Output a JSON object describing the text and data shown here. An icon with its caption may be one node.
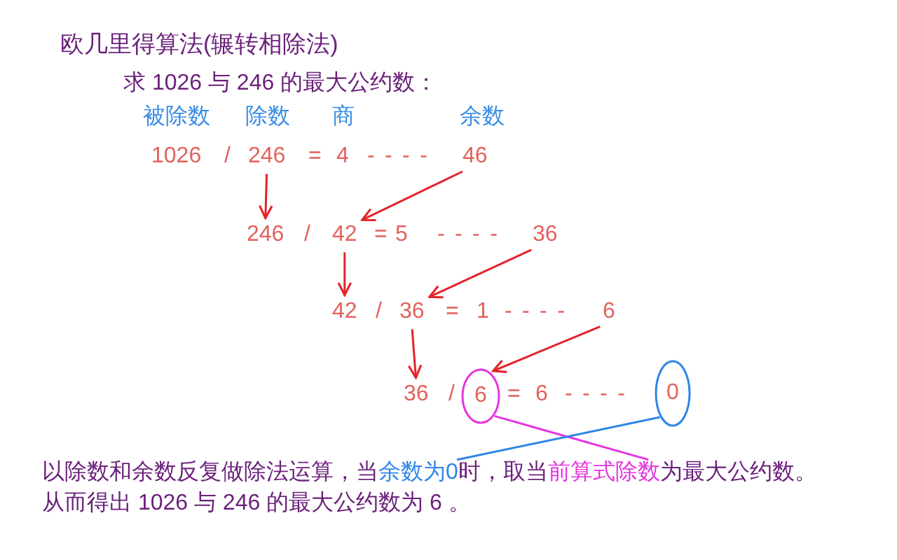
{
  "diagram": {
    "title": "欧几里得算法(辗转相除法)",
    "nodes": [
      {
        "text": [
          "246"
        ]
      },
      {
        "text": [
          "46"
        ]
      },
      {
        "text": [
          "246"
        ]
      },
      {
        "text": [
          "42"
        ]
      },
      {
        "text": [
          "36"
        ]
      },
      {
        "text": [
          "42"
        ]
      },
      {
        "text": [
          "36"
        ]
      },
      {
        "text": [
          "6"
        ]
      },
      {
        "text": [
          "36"
        ]
      },
      {
        "text": [
          "6"
        ]
      },
      {
        "text": [
          "0"
        ]
      },
      {
        "text": [
          "余数为0"
        ]
      },
      {
        "text": [
          "前算式除数"
        ]
      }
    ],
    "edges": [
      {
        "from": 0,
        "to": 2,
        "arrow": "to"
      },
      {
        "from": 1,
        "to": 3,
        "arrow": "to"
      },
      {
        "from": 3,
        "to": 5,
        "arrow": "to"
      },
      {
        "from": 4,
        "to": 6,
        "arrow": "to"
      },
      {
        "from": 6,
        "to": 8,
        "arrow": "to"
      },
      {
        "from": 7,
        "to": 9,
        "arrow": "to"
      },
      {
        "from": 9,
        "to": 12,
        "arrow": "none",
        "color": "#e535e0"
      },
      {
        "from": 10,
        "to": 11,
        "arrow": "none",
        "color": "#2f86e8"
      }
    ],
    "labels": [
      "求 1026 与 246 的最大公约数：",
      "被除数",
      "除数",
      "商",
      "余数",
      "1026",
      "/",
      "=",
      "4",
      "----",
      "/",
      "=",
      "5",
      "----",
      "/",
      "=",
      "1",
      "----",
      "/",
      "=",
      "6",
      "----",
      "以除数和余数反复做除法运算，当",
      "时，取当",
      "为最大公约数。",
      "从而得出 1026 与 246 的最大公约数为 6 。"
    ]
  }
}
